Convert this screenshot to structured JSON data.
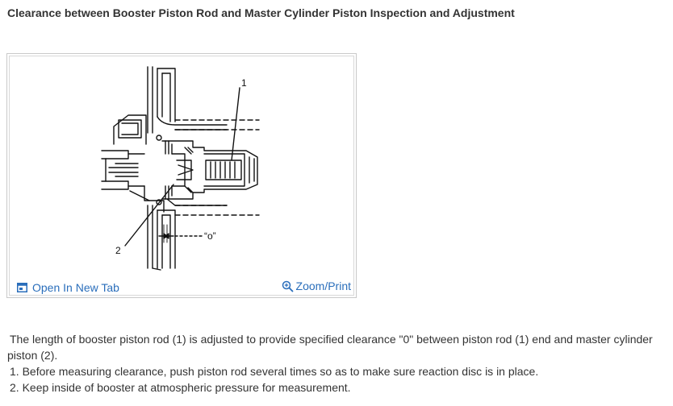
{
  "title": "Clearance between Booster Piston Rod and Master Cylinder Piston Inspection and Adjustment",
  "figure": {
    "labels": {
      "rod": "1",
      "piston": "2",
      "clearance": "“o”"
    },
    "actions": {
      "open_new_tab": "Open In New Tab",
      "zoom_print": "Zoom/Print"
    },
    "icons": {
      "open_new_tab": "open-in-new-tab-icon",
      "zoom_print": "magnifier-zoom-icon"
    },
    "link_color": "#2a6ebb"
  },
  "content": {
    "intro": "The length of booster piston rod (1) is adjusted to provide specified clearance \"0\" between piston rod (1) end and master cylinder piston (2).",
    "steps": [
      "1. Before measuring clearance, push piston rod several times so as to make sure reaction disc is in place.",
      "2. Keep inside of booster at atmospheric pressure for measurement."
    ]
  }
}
